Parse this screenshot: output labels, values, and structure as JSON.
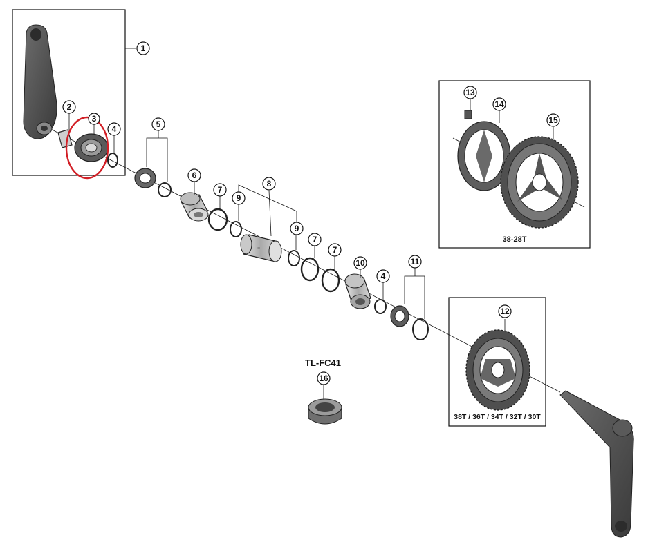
{
  "callouts": {
    "c1": "1",
    "c2": "2",
    "c3": "3",
    "c4a": "4",
    "c4b": "4",
    "c5": "5",
    "c6": "6",
    "c7a": "7",
    "c7b": "7",
    "c7c": "7",
    "c8": "8",
    "c9a": "9",
    "c9b": "9",
    "c10": "10",
    "c11": "11",
    "c12": "12",
    "c13": "13",
    "c14": "14",
    "c15": "15",
    "c16": "16"
  },
  "labels": {
    "small_chainring_sizes": "38-28T",
    "large_chainring_sizes": "38T / 36T / 34T / 32T / 30T",
    "tool_name": "TL-FC41"
  },
  "colors": {
    "line": "#111111",
    "part_dark": "#4a4a4a",
    "part_mid": "#7a7a7a",
    "part_light": "#bdbdbd",
    "highlight": "#d21f26"
  }
}
